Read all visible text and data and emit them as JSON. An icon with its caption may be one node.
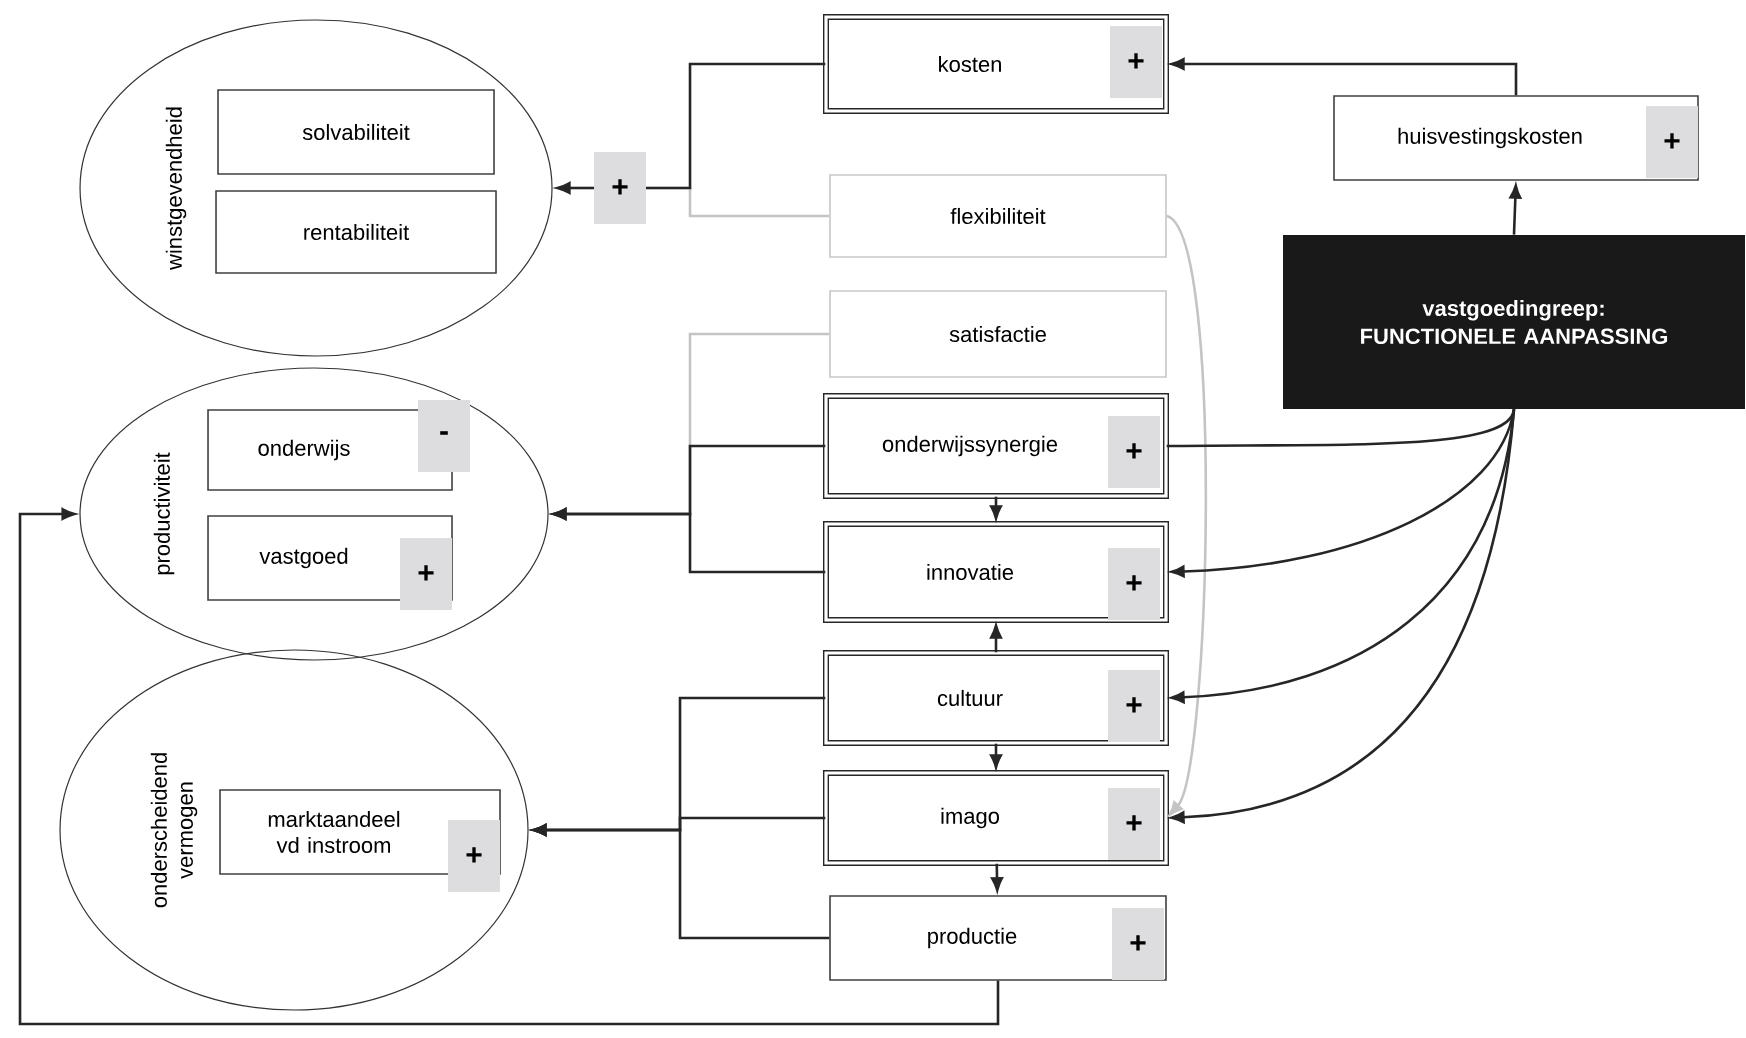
{
  "diagram": {
    "nodes": [
      {
        "text": [
          "winstgevendheid"
        ]
      },
      {
        "text": [
          "solvabiliteit"
        ],
        "in": 0
      },
      {
        "text": [
          "rentabiliteit"
        ],
        "in": 0
      },
      {
        "text": [
          "productiviteit"
        ]
      },
      {
        "text": [
          "onderwijs",
          "-"
        ],
        "in": 3
      },
      {
        "text": [
          "vastgoed",
          "+"
        ],
        "in": 3
      },
      {
        "text": [
          "onderscheidend vermogen"
        ]
      },
      {
        "text": [
          "marktaandeel vd instroom",
          "+"
        ],
        "in": 6
      },
      {
        "text": [
          "kosten",
          "+"
        ]
      },
      {
        "text": [
          "flexibiliteit"
        ]
      },
      {
        "text": [
          "satisfactie"
        ]
      },
      {
        "text": [
          "onderwijssynergie",
          "+"
        ]
      },
      {
        "text": [
          "innovatie",
          "+"
        ]
      },
      {
        "text": [
          "cultuur",
          "+"
        ]
      },
      {
        "text": [
          "imago",
          "+"
        ]
      },
      {
        "text": [
          "productie",
          "+"
        ]
      },
      {
        "text": [
          "huisvestingskosten",
          "+"
        ]
      },
      {
        "text": [
          "vastgoedingreep: FUNCTIONELE AANPASSING"
        ]
      }
    ],
    "edges": [
      {
        "from": 8,
        "to": 0,
        "arrow": "to",
        "label": "+"
      },
      {
        "from": 9,
        "to": 0,
        "arrow": "to",
        "color": "#c4c4c4"
      },
      {
        "from": 10,
        "to": 3,
        "arrow": "to",
        "color": "#c4c4c4"
      },
      {
        "from": 11,
        "to": 3,
        "arrow": "to"
      },
      {
        "from": 12,
        "to": 3,
        "arrow": "to"
      },
      {
        "from": 13,
        "to": 6,
        "arrow": "to"
      },
      {
        "from": 14,
        "to": 6,
        "arrow": "to"
      },
      {
        "from": 15,
        "to": 6,
        "arrow": "to"
      },
      {
        "from": 15,
        "to": 3,
        "arrow": "to"
      },
      {
        "from": 11,
        "to": 12,
        "arrow": "to"
      },
      {
        "from": 13,
        "to": 12,
        "arrow": "to"
      },
      {
        "from": 13,
        "to": 14,
        "arrow": "to"
      },
      {
        "from": 14,
        "to": 15,
        "arrow": "to"
      },
      {
        "from": 9,
        "to": 14,
        "arrow": "to",
        "color": "#c4c4c4"
      },
      {
        "from": 16,
        "to": 8,
        "arrow": "to"
      },
      {
        "from": 17,
        "to": 16,
        "arrow": "to"
      },
      {
        "from": 17,
        "to": 11,
        "arrow": "none"
      },
      {
        "from": 17,
        "to": 12,
        "arrow": "to"
      },
      {
        "from": 17,
        "to": 13,
        "arrow": "to"
      },
      {
        "from": 17,
        "to": 14,
        "arrow": "to"
      }
    ]
  }
}
